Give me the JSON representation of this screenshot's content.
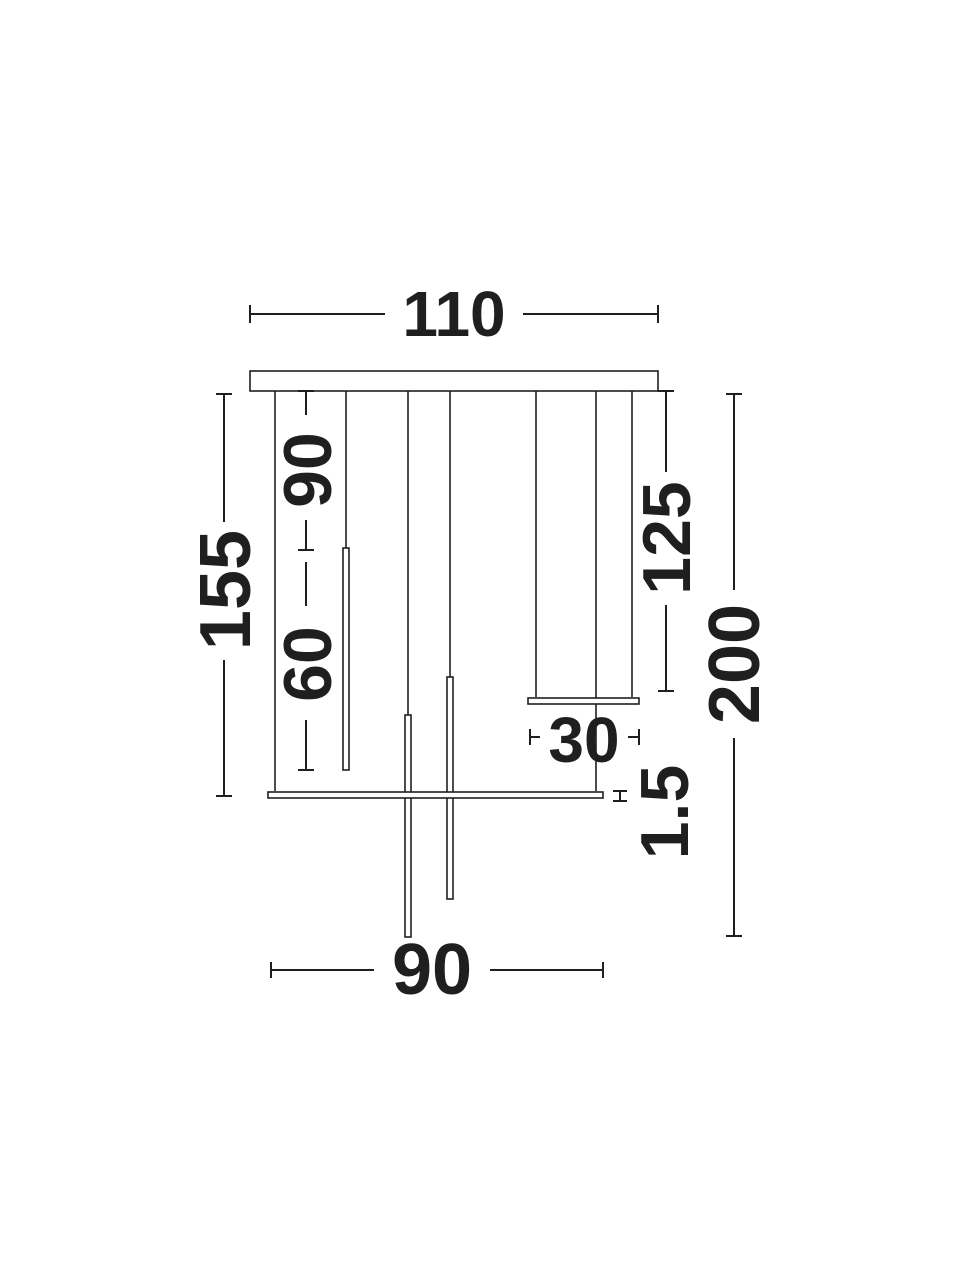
{
  "dimensions": {
    "canopy_width": "110",
    "total_height": "200",
    "ring_drop": "155",
    "tube_drop": "90",
    "tube_length": "60",
    "small_bar_drop": "125",
    "small_bar_width": "30",
    "bar_thickness": "1.5",
    "large_bar_width": "90"
  },
  "colors": {
    "line": "#1f1f1f",
    "background": "#ffffff"
  }
}
